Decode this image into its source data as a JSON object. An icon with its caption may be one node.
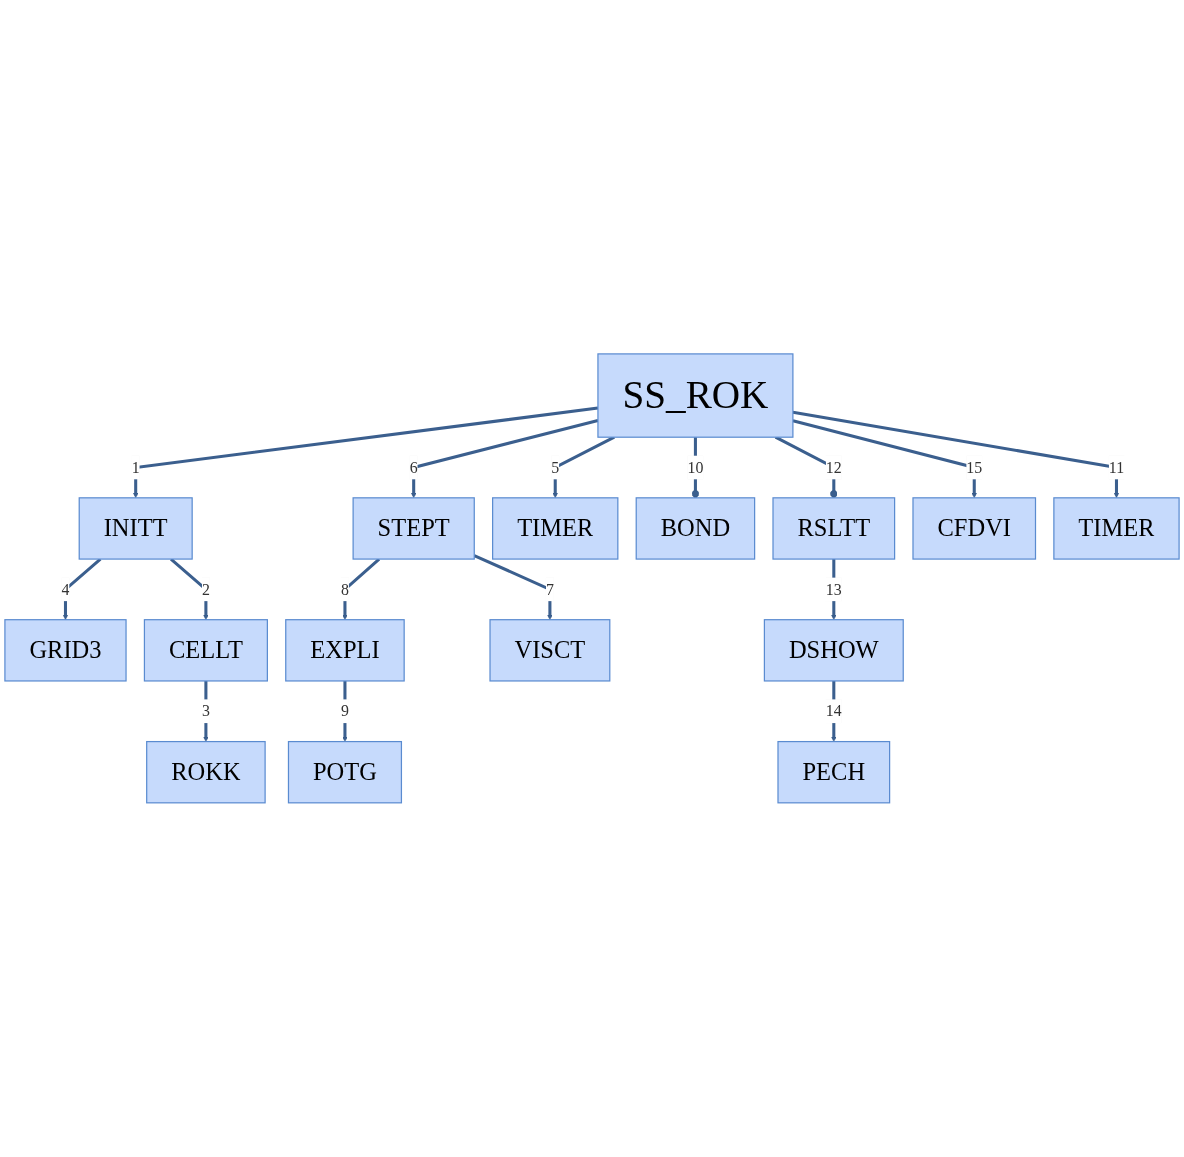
{
  "diagram": {
    "nodes": [
      {
        "text": [
          "SS_ROK"
        ]
      },
      {
        "text": [
          "INITT"
        ]
      },
      {
        "text": [
          "GRID3"
        ]
      },
      {
        "text": [
          "STEPT"
        ]
      },
      {
        "text": [
          "EXPLI"
        ]
      },
      {
        "text": [
          "CELLT"
        ]
      },
      {
        "text": [
          "VISCT"
        ]
      },
      {
        "text": [
          "POTG"
        ]
      },
      {
        "text": [
          "ROKK"
        ]
      },
      {
        "text": [
          "TIMER"
        ]
      },
      {
        "text": [
          "BOND"
        ]
      },
      {
        "text": [
          "RSLTT"
        ]
      },
      {
        "text": [
          "CFDVI"
        ]
      },
      {
        "text": [
          "DSHOW"
        ]
      },
      {
        "text": [
          "TIMER"
        ]
      },
      {
        "text": [
          "PECH"
        ]
      }
    ],
    "edges": [
      {
        "from": 0,
        "to": 1,
        "arrow": "to",
        "label": "1"
      },
      {
        "from": 1,
        "to": 5,
        "arrow": "to",
        "label": "2"
      },
      {
        "from": 5,
        "to": 8,
        "arrow": "to",
        "label": "3"
      },
      {
        "from": 1,
        "to": 2,
        "arrow": "to",
        "label": "4"
      },
      {
        "from": 0,
        "to": 9,
        "arrow": "to",
        "label": "5"
      },
      {
        "from": 0,
        "to": 3,
        "arrow": "to",
        "label": "6"
      },
      {
        "from": 3,
        "to": 6,
        "arrow": "to",
        "label": "7"
      },
      {
        "from": 3,
        "to": 4,
        "arrow": "to",
        "label": "8"
      },
      {
        "from": 4,
        "to": 7,
        "arrow": "to",
        "label": "9"
      },
      {
        "from": 0,
        "to": 10,
        "arrow": "other",
        "label": "10"
      },
      {
        "from": 0,
        "to": 14,
        "arrow": "to",
        "label": "11"
      },
      {
        "from": 0,
        "to": 11,
        "arrow": "other",
        "label": "12"
      },
      {
        "from": 11,
        "to": 13,
        "arrow": "to",
        "label": "13"
      },
      {
        "from": 13,
        "to": 15,
        "arrow": "to",
        "label": "14"
      },
      {
        "from": 0,
        "to": 12,
        "arrow": "to",
        "label": "15"
      }
    ]
  }
}
